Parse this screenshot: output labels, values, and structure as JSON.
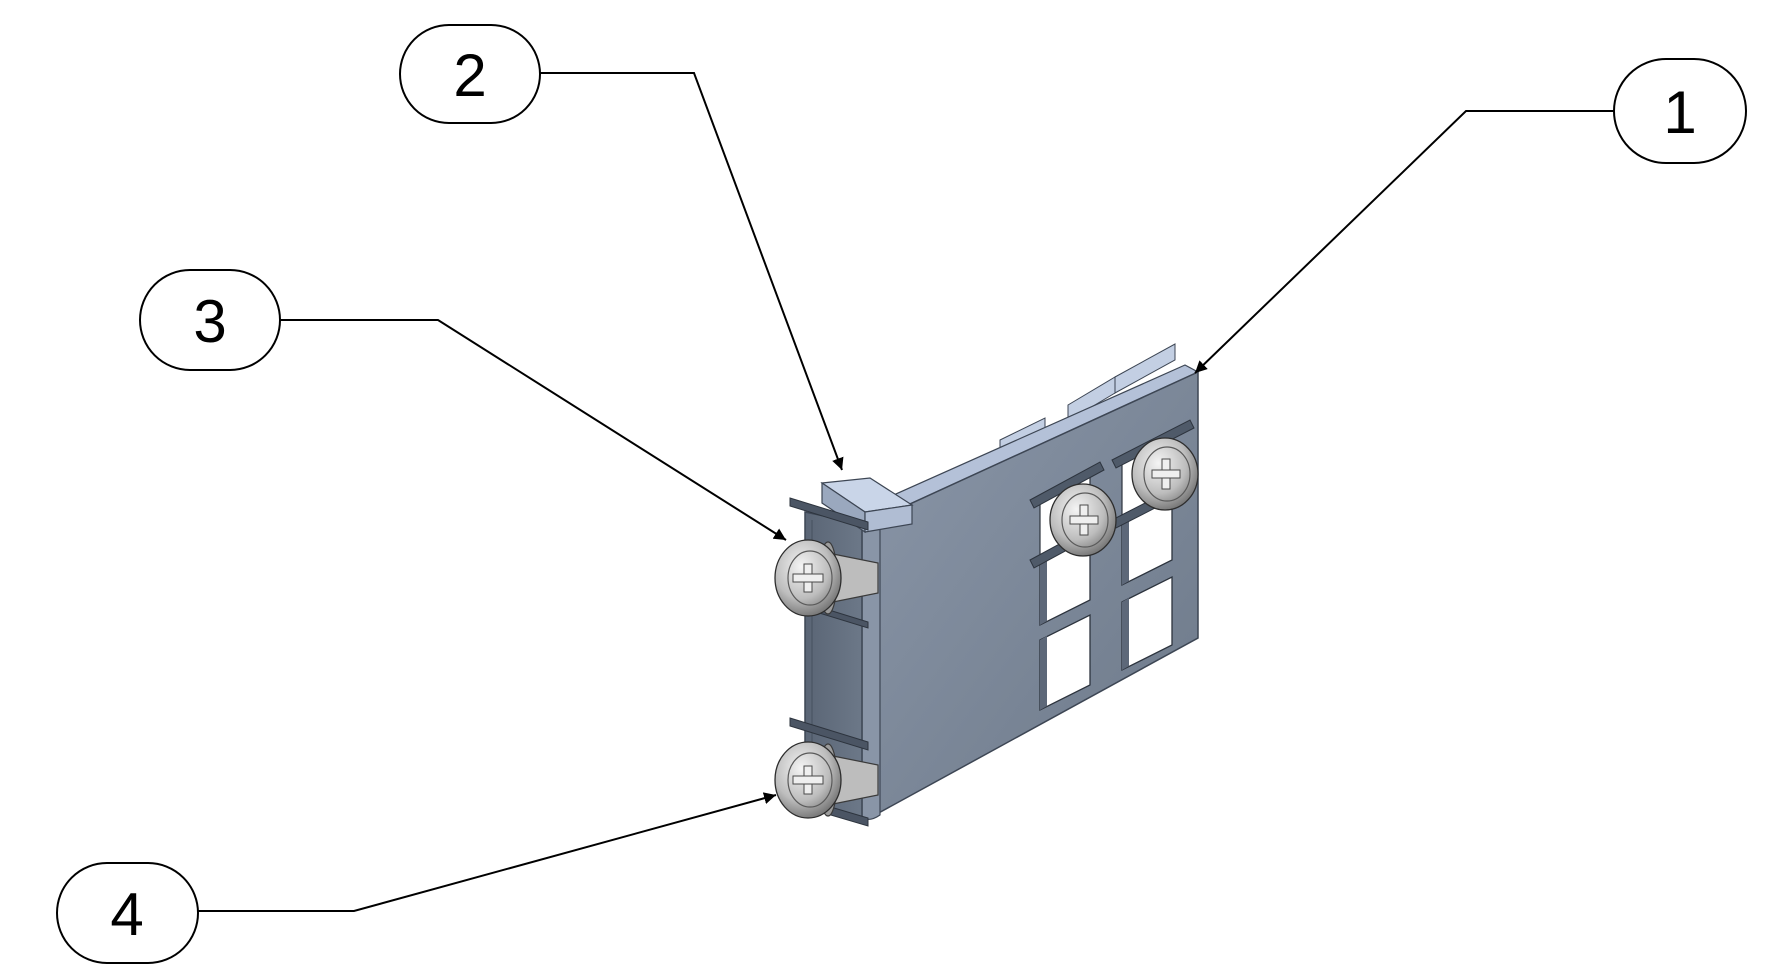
{
  "callouts": [
    {
      "label": "1"
    },
    {
      "label": "2"
    },
    {
      "label": "3"
    },
    {
      "label": "4"
    }
  ],
  "colors": {
    "background": "#ffffff",
    "line": "#000000",
    "plate_face": "#7a8696",
    "plate_side": "#5f6b7b",
    "plate_top": "#b4c1d8",
    "highlight": "#cfd9ea",
    "screw": "#c9c9c9",
    "screw_dark": "#7f7f7f",
    "window": "#ffffff"
  },
  "parts": {
    "bracket": "bracket",
    "tab": "top-tab",
    "screw_upper": "mounting-screw",
    "screw_lower": "mounting-screw"
  }
}
